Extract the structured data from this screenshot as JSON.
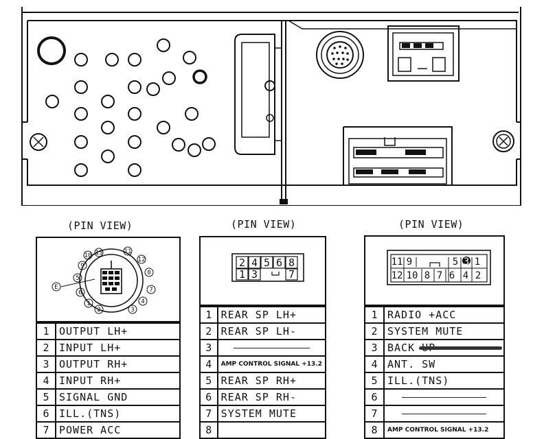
{
  "titles": {
    "left": "(PIN VIEW)",
    "middle": "(PIN VIEW)",
    "right": "(PIN VIEW)"
  },
  "left_connector": {
    "pin_labels": [
      "10",
      "13",
      "11",
      "12",
      "9",
      "8",
      "5",
      "7",
      "6",
      "4",
      "1",
      "2",
      "3"
    ],
    "side_label": "E"
  },
  "middle_connector": {
    "top_row": [
      "2",
      "4",
      "5",
      "6",
      "8"
    ],
    "bottom_row": [
      "1",
      "3",
      "7"
    ]
  },
  "right_connector": {
    "top_row": [
      "11",
      "9",
      "5",
      "3",
      "1"
    ],
    "bottom_row": [
      "12",
      "10",
      "8",
      "7",
      "6",
      "4",
      "2"
    ]
  },
  "left_table": [
    {
      "num": "1",
      "label": "OUTPUT LH+"
    },
    {
      "num": "2",
      "label": "INPUT LH+"
    },
    {
      "num": "3",
      "label": "OUTPUT RH+"
    },
    {
      "num": "4",
      "label": "INPUT RH+"
    },
    {
      "num": "5",
      "label": "SIGNAL GND"
    },
    {
      "num": "6",
      "label": "ILL.(TNS)"
    },
    {
      "num": "7",
      "label": "POWER ACC"
    }
  ],
  "middle_table": [
    {
      "num": "1",
      "label": "REAR SP LH+"
    },
    {
      "num": "2",
      "label": "REAR SP LH-"
    },
    {
      "num": "3",
      "label": ""
    },
    {
      "num": "4",
      "label": "AMP CONTROL SIGNAL +13.2"
    },
    {
      "num": "5",
      "label": "REAR SP RH+"
    },
    {
      "num": "6",
      "label": "REAR SP RH-"
    },
    {
      "num": "7",
      "label": "SYSTEM MUTE"
    },
    {
      "num": "8",
      "label": ""
    }
  ],
  "right_table": [
    {
      "num": "1",
      "label": "RADIO +ACC"
    },
    {
      "num": "2",
      "label": "SYSTEM MUTE"
    },
    {
      "num": "3",
      "label": "BACK UP"
    },
    {
      "num": "4",
      "label": "ANT. SW"
    },
    {
      "num": "5",
      "label": "ILL.(TNS)"
    },
    {
      "num": "6",
      "label": ""
    },
    {
      "num": "7",
      "label": ""
    },
    {
      "num": "8",
      "label": "AMP CONTROL SIGNAL +13.2"
    }
  ]
}
